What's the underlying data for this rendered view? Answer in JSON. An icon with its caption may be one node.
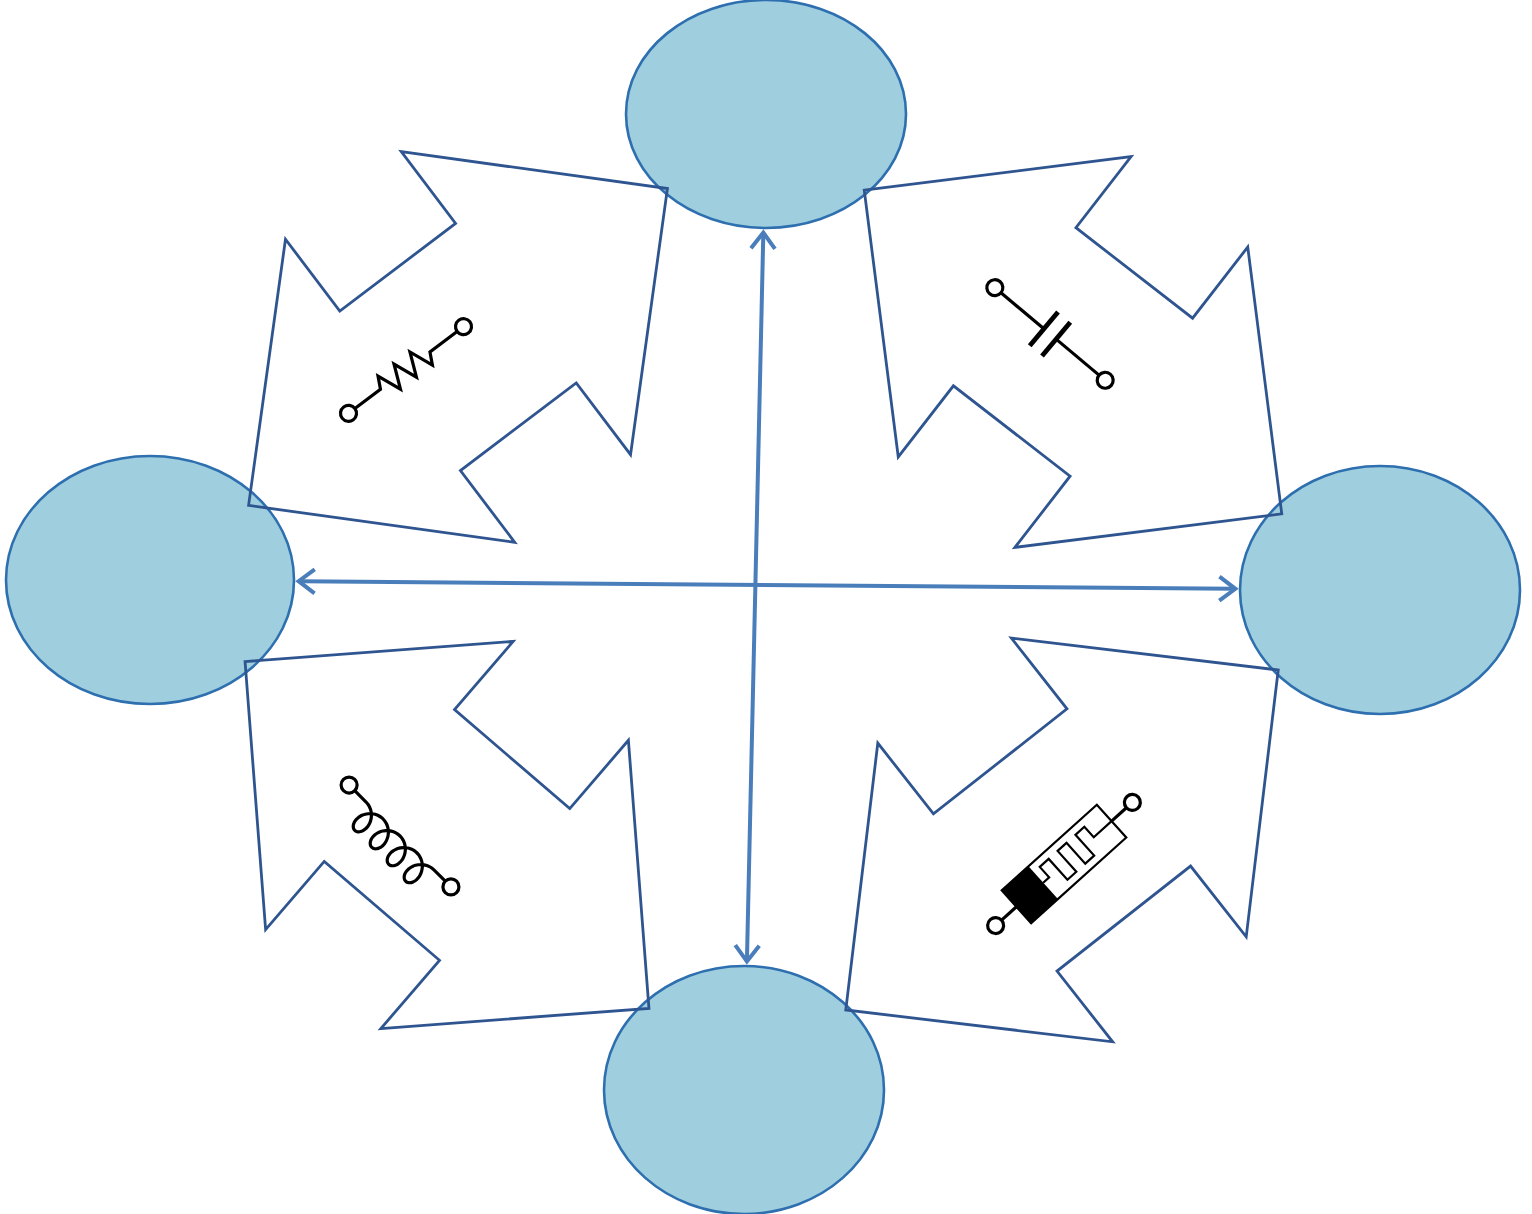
{
  "diagram": {
    "nodes": [
      {
        "text": [],
        "shape": "circle"
      },
      {
        "text": [],
        "shape": "circle"
      },
      {
        "text": [],
        "shape": "circle"
      },
      {
        "text": [],
        "shape": "circle"
      }
    ],
    "edges": [
      {
        "from": 1,
        "to": 0,
        "arrow": "both",
        "style": "thick"
      },
      {
        "from": 0,
        "to": 2,
        "arrow": "both",
        "style": "thick"
      },
      {
        "from": 1,
        "to": 3,
        "arrow": "both",
        "style": "thick"
      },
      {
        "from": 3,
        "to": 2,
        "arrow": "both",
        "style": "thick"
      },
      {
        "from": 0,
        "to": 3,
        "arrow": "both"
      },
      {
        "from": 1,
        "to": 2,
        "arrow": "both"
      }
    ]
  }
}
